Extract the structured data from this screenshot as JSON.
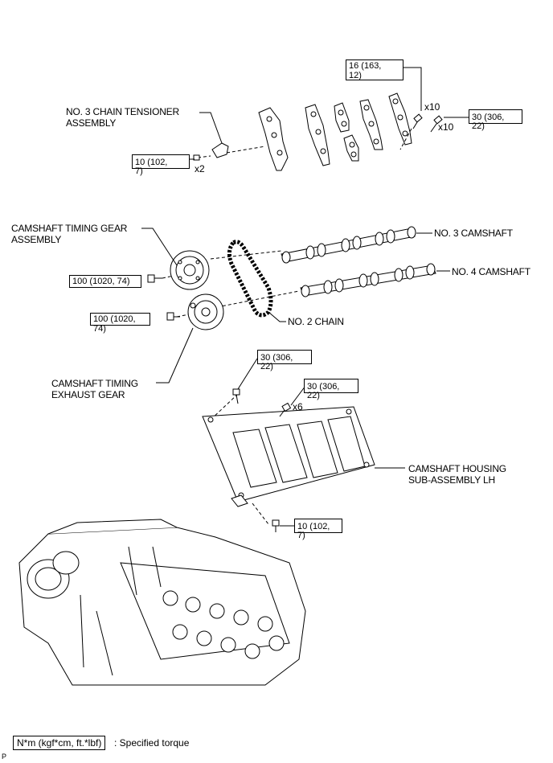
{
  "labels": {
    "tensioner": [
      "NO. 3 CHAIN TENSIONER",
      "ASSEMBLY"
    ],
    "timing_gear": [
      "CAMSHAFT TIMING GEAR",
      "ASSEMBLY"
    ],
    "exhaust_gear": [
      "CAMSHAFT TIMING",
      "EXHAUST GEAR"
    ],
    "cam3": "NO. 3 CAMSHAFT",
    "cam4": "NO. 4 CAMSHAFT",
    "chain2": "NO. 2 CHAIN",
    "housing": [
      "CAMSHAFT HOUSING",
      "SUB-ASSEMBLY LH"
    ]
  },
  "torques": {
    "bearing_caps": [
      "16 (163,",
      "12)"
    ],
    "cap_bolts_small": [
      "30 (306,",
      "22)"
    ],
    "tensioner_bolt": [
      "10 (102,",
      "7)"
    ],
    "timing_gear_bolt": "100 (1020, 74)",
    "exhaust_gear_bolt": "100 (1020, 74)",
    "housing_top": [
      "30 (306,",
      "22)"
    ],
    "housing_mid": [
      "30 (306,",
      "22)"
    ],
    "housing_bottom": [
      "10 (102,",
      "7)"
    ]
  },
  "quantities": {
    "caps_a": "x10",
    "caps_b": "x10",
    "tensioner": "x2",
    "housing": "x6"
  },
  "legend": {
    "unit": "N*m (kgf*cm, ft.*lbf)",
    "desc": ": Specified torque"
  },
  "corner_mark": "P"
}
